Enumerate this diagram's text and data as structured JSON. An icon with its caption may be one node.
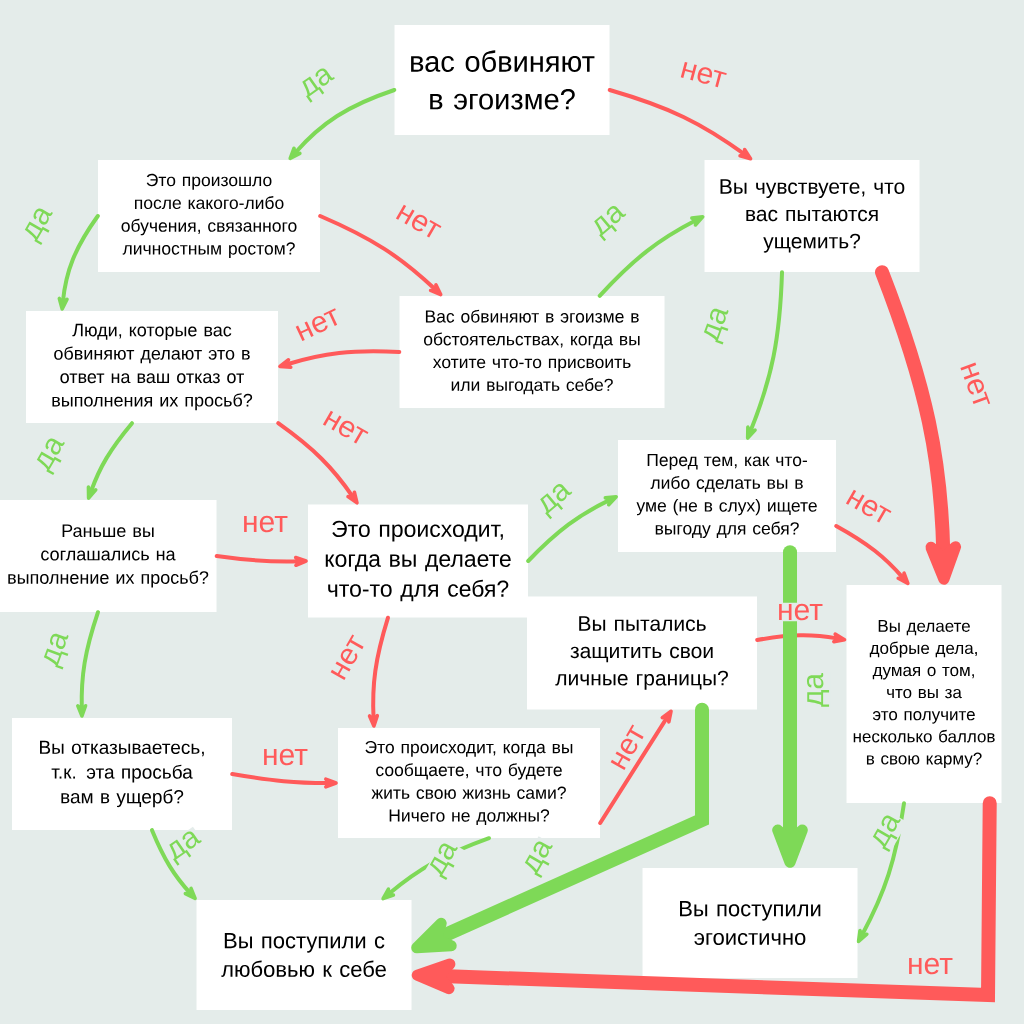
{
  "diagram": {
    "nodes": [
      {
        "text": [
          "вас обвиняют в эгоизме?"
        ]
      },
      {
        "text": [
          "Это произошло после какого-либо обучения, связанного личностным ростом?"
        ]
      },
      {
        "text": [
          "Вы чувствуете, что вас пытаются ущемить?"
        ]
      },
      {
        "text": [
          "Вас обвиняют в эгоизме в обстоятельствах, когда вы хотите что-то присвоить или выгодать себе?"
        ]
      },
      {
        "text": [
          "Люди, которые вас обвиняют делают это в ответ на ваш отказ от выполнения их просьб?"
        ]
      },
      {
        "text": [
          "Перед тем, как что-либо сделать вы в уме (не в слух) ищете выгоду для себя?"
        ]
      },
      {
        "text": [
          "Раньше вы соглашались на выполнение их просьб?"
        ]
      },
      {
        "text": [
          "Это происходит, когда вы делаете что-то для себя?"
        ]
      },
      {
        "text": [
          "Вы пытались защитить свои личные границы?"
        ]
      },
      {
        "text": [
          "Вы делаете добрые дела, думая о том, что вы за это получите несколько баллов в свою карму?"
        ]
      },
      {
        "text": [
          "Вы отказываетесь, т.к. эта просьба вам в ущерб?"
        ]
      },
      {
        "text": [
          "Это происходит, когда вы сообщаете, что будете жить свою жизнь сами? Ничего не должны?"
        ]
      },
      {
        "text": [
          "Вы поступили с любовью к себе"
        ]
      },
      {
        "text": [
          "Вы поступили эгоистично"
        ]
      }
    ],
    "edges": [
      {
        "from": 0,
        "to": 1,
        "arrow": "to",
        "label": "да",
        "color": "#7ed957"
      },
      {
        "from": 0,
        "to": 2,
        "arrow": "to",
        "label": "нет",
        "color": "#ff5a5a"
      },
      {
        "from": 1,
        "to": 4,
        "arrow": "to",
        "label": "да",
        "color": "#7ed957"
      },
      {
        "from": 1,
        "to": 3,
        "arrow": "to",
        "label": "нет",
        "color": "#ff5a5a"
      },
      {
        "from": 3,
        "to": 2,
        "arrow": "to",
        "label": "да",
        "color": "#7ed957"
      },
      {
        "from": 3,
        "to": 4,
        "arrow": "to",
        "label": "нет",
        "color": "#ff5a5a"
      },
      {
        "from": 2,
        "to": 5,
        "arrow": "to",
        "label": "да",
        "color": "#7ed957"
      },
      {
        "from": 2,
        "to": 9,
        "arrow": "to",
        "label": "нет",
        "color": "#ff5a5a",
        "style": "thick"
      },
      {
        "from": 4,
        "to": 6,
        "arrow": "to",
        "label": "да",
        "color": "#7ed957"
      },
      {
        "from": 4,
        "to": 7,
        "arrow": "to",
        "label": "нет",
        "color": "#ff5a5a"
      },
      {
        "from": 6,
        "to": 7,
        "arrow": "to",
        "label": "нет",
        "color": "#ff5a5a"
      },
      {
        "from": 7,
        "to": 5,
        "arrow": "to",
        "label": "да",
        "color": "#7ed957"
      },
      {
        "from": 5,
        "to": 9,
        "arrow": "to",
        "label": "нет",
        "color": "#ff5a5a"
      },
      {
        "from": 6,
        "to": 10,
        "arrow": "to",
        "label": "да",
        "color": "#7ed957"
      },
      {
        "from": 7,
        "to": 11,
        "arrow": "to",
        "label": "нет",
        "color": "#ff5a5a"
      },
      {
        "from": 10,
        "to": 11,
        "arrow": "to",
        "label": "нет",
        "color": "#ff5a5a"
      },
      {
        "from": 10,
        "to": 12,
        "arrow": "to",
        "label": "да",
        "color": "#7ed957"
      },
      {
        "from": 11,
        "to": 8,
        "arrow": "to",
        "label": "нет",
        "color": "#ff5a5a"
      },
      {
        "from": 11,
        "to": 12,
        "arrow": "to",
        "label": "да",
        "color": "#7ed957"
      },
      {
        "from": 8,
        "to": 12,
        "arrow": "to",
        "label": "да",
        "color": "#7ed957",
        "style": "thick"
      },
      {
        "from": 8,
        "to": 9,
        "arrow": "to",
        "label": "нет",
        "color": "#ff5a5a"
      },
      {
        "from": 5,
        "to": 13,
        "arrow": "to",
        "label": "да",
        "color": "#7ed957",
        "style": "thick"
      },
      {
        "from": 9,
        "to": 13,
        "arrow": "to",
        "label": "да",
        "color": "#7ed957"
      },
      {
        "from": 9,
        "to": 12,
        "arrow": "to",
        "label": "нет",
        "color": "#ff5a5a",
        "style": "thick"
      }
    ]
  }
}
